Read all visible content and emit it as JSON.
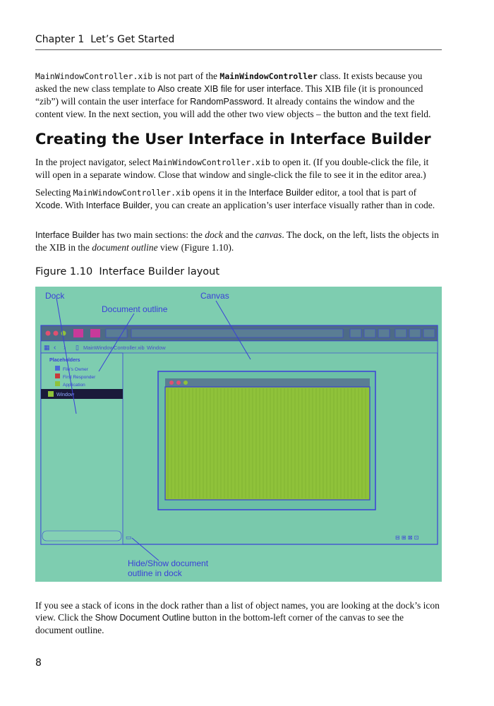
{
  "header": {
    "chapter": "Chapter 1",
    "title": "Let’s Get Started"
  },
  "p1": {
    "code1": "MainWindowController.xib",
    "t1": " is not part of the ",
    "code2": "MainWindowController",
    "t2": " class. It exists because you asked the new class template to ",
    "ui1": "Also create XIB file for user interface",
    "t3": ". This XIB file (it is pronounced “zib”) will contain the user interface for ",
    "ui2": "RandomPassword",
    "t4": ". It already contains the window and the content view. In the next section, you will add the other two view objects – the button and the text field."
  },
  "heading": "Creating the User Interface in Interface Builder",
  "p2": {
    "t1": "In the project navigator, select ",
    "code1": "MainWindowController.xib",
    "t2": " to open it. (If you double-click the file, it will open in a separate window. Close that window and single-click the file to see it in the editor area.)"
  },
  "p3": {
    "t1": "Selecting ",
    "code1": "MainWindowController.xib",
    "t2": " opens it in the ",
    "ui1": "Interface Builder",
    "t3": " editor, a tool that is part of ",
    "ui2": "Xcode",
    "t4": ". With ",
    "ui3": "Interface Builder",
    "t5": ", you can create an application’s user interface visually rather than in code."
  },
  "p4": {
    "ui1": "Interface Builder",
    "t1": " has two main sections: the ",
    "em1": "dock",
    "t2": " and the ",
    "em2": "canvas",
    "t3": ". The dock, on the left, lists the objects in the XIB in the  ",
    "em3": "document outline",
    "t4": " view (Figure 1.10)."
  },
  "figure": {
    "caption_num": "Figure 1.10",
    "caption": "Interface Builder layout",
    "callouts": {
      "dock": "Dock",
      "canvas": "Canvas",
      "doc_outline": "Document outline",
      "hide_show_1": "Hide/Show document",
      "hide_show_2": "outline in dock"
    },
    "jumpbar": {
      "file": "MainWindowController.xib",
      "item": "Window"
    },
    "outline": {
      "placeholders": "Placeholders",
      "files_owner": "File's Owner",
      "first_responder": "First Responder",
      "application": "Application",
      "window": "Window"
    },
    "colors": {
      "background": "#7ecdb0",
      "callout": "#3a3fd8",
      "content_view": "#8fc23a"
    }
  },
  "p5": {
    "t1": "If you see a stack of icons in the dock rather than a list of object names, you are looking at the dock’s icon view. Click the ",
    "ui1": "Show Document Outline",
    "t2": " button in the bottom-left corner of the canvas to see the document outline."
  },
  "page_number": "8"
}
